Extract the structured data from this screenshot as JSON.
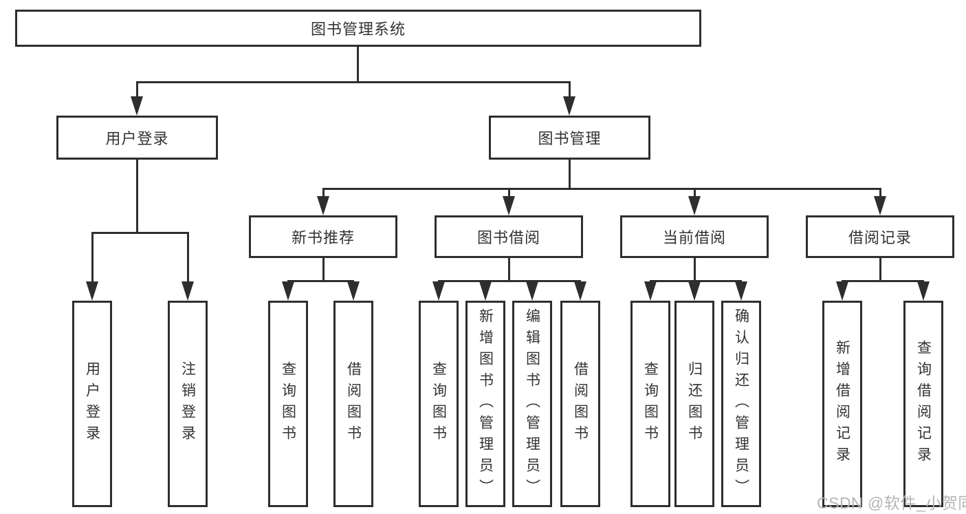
{
  "diagram_title": "图书管理系统",
  "watermark": "CSDN @软件_小贺同学",
  "colors": {
    "line": "#2e2e2e",
    "text": "#333333",
    "background": "#ffffff",
    "watermark": "#b5b5b5"
  },
  "tree": {
    "label": "图书管理系统",
    "children": [
      {
        "label": "用户登录",
        "children": [
          {
            "label": "用户登录"
          },
          {
            "label": "注销登录"
          }
        ]
      },
      {
        "label": "图书管理",
        "children": [
          {
            "label": "新书推荐",
            "children": [
              {
                "label": "查询图书"
              },
              {
                "label": "借阅图书"
              }
            ]
          },
          {
            "label": "图书借阅",
            "children": [
              {
                "label": "查询图书"
              },
              {
                "label": "新增图书（管理员）"
              },
              {
                "label": "编辑图书（管理员）"
              },
              {
                "label": "借阅图书"
              }
            ]
          },
          {
            "label": "当前借阅",
            "children": [
              {
                "label": "查询图书"
              },
              {
                "label": "归还图书"
              },
              {
                "label": "确认归还（管理员）"
              }
            ]
          },
          {
            "label": "借阅记录",
            "children": [
              {
                "label": "新增借阅记录"
              },
              {
                "label": "查询借阅记录"
              }
            ]
          }
        ]
      }
    ]
  }
}
